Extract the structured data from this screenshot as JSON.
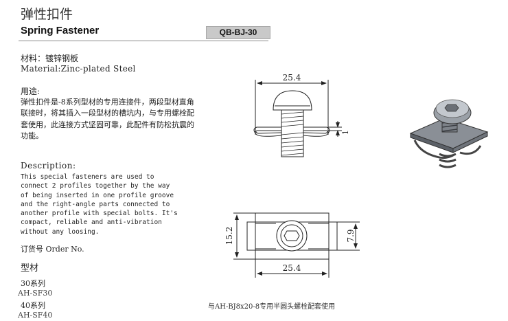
{
  "header": {
    "title_cn": "弹性扣件",
    "title_en": "Spring Fastener",
    "code": "QB-BJ-30"
  },
  "material": {
    "cn": "材料：镀锌钢板",
    "en": "Material:Zinc-plated Steel"
  },
  "usage": {
    "heading": "用途:",
    "body": "弹性扣件是-8系列型材的专用连接件，两段型材直角联接时，将其插入一段型材的槽坑内，与专用螺栓配套使用，此连接方式坚固可靠，此配件有防松抗震的功能。"
  },
  "description": {
    "heading": "Description:",
    "lines": [
      "This special fasteners are used to",
      "connect 2 profiles together by the way",
      "of being inserted in one profile groove",
      "and the right-angle parts connected to",
      "another profile with special bolts. It's",
      "compact, reliable and anti-vibration",
      "without any loosing."
    ]
  },
  "order": {
    "label": "订货号  Order No."
  },
  "models": {
    "heading": "型材",
    "series30": "30系列",
    "code30": "AH-SF30",
    "series40": "40系列",
    "code40": "AH-SF40"
  },
  "dimensions": {
    "side_width": "25.4",
    "side_thickness": "1",
    "top_width": "25.4",
    "top_height": "15.2",
    "top_inner": "7.9"
  },
  "caption": "与AH-BJ8x20-8专用半圆头螺栓配套使用"
}
